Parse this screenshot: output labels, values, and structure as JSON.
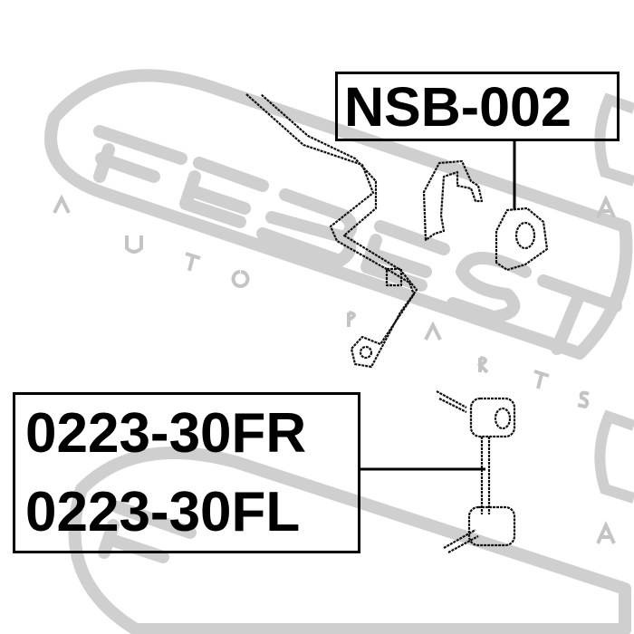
{
  "watermark": {
    "brand": "FEBEST",
    "tagline": "AUTO PARTS"
  },
  "labels": {
    "bushing_part_number": "NSB-002",
    "link_part_number_right": "0223-30FR",
    "link_part_number_left": "0223-30FL"
  }
}
